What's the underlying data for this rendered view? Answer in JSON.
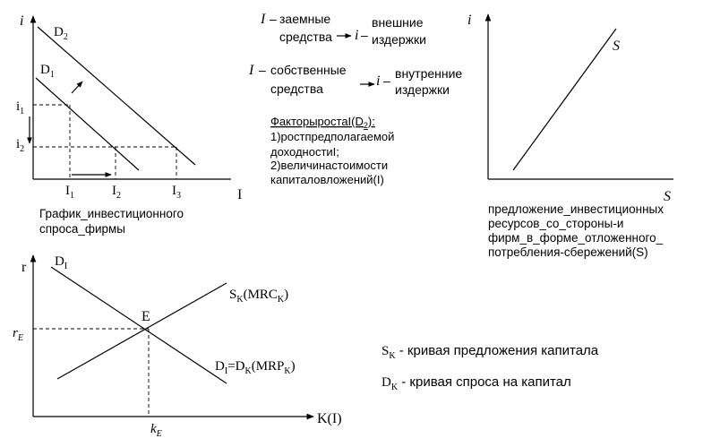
{
  "graph1": {
    "y_axis": "i",
    "x_axis": "I",
    "d2": "D",
    "d2_sub": "2",
    "d1": "D",
    "d1_sub": "1",
    "i1": "i",
    "i1_sub": "1",
    "i2": "i",
    "i2_sub": "2",
    "I1": "I",
    "I1_sub": "1",
    "I2": "I",
    "I2_sub": "2",
    "I3": "I",
    "I3_sub": "3",
    "caption_line1": "График_инвестиционного",
    "caption_line2": "спроса_фирмы"
  },
  "text_block": {
    "row1_var": "I",
    "row1_dash": "–",
    "row1_src_l1": "заемные",
    "row1_src_l2": "средства",
    "row1_res_var": "i",
    "row1_res_dash": "–",
    "row1_res_l1": "внешние",
    "row1_res_l2": "издержки",
    "row2_var": "I",
    "row2_dash": "–",
    "row2_src_l1": "собственные",
    "row2_src_l2": "средства",
    "row2_res_var": "i",
    "row2_res_dash": "–",
    "row2_res_l1": "внутренние",
    "row2_res_l2": "издержки",
    "factors_title": "ФакторыростаI(D",
    "factors_title_sub": "2",
    "factors_title_end": "):",
    "factor1_l1": "1)ростпредполагаемой",
    "factor1_l2": "доходностиI;",
    "factor2_l1": "2)величинастоимости",
    "factor2_l2": "капиталовложений(I)"
  },
  "graph2": {
    "y_axis": "i",
    "x_axis": "S",
    "curve": "S",
    "caption_line1": "предложение_инвестиционных",
    "caption_line2": "ресурсов_со_стороны-и",
    "caption_line3": "фирм_в_форме_отложенного_",
    "caption_line4": "потребления-сбережений(S)"
  },
  "graph3": {
    "y_axis": "r",
    "x_axis": "K(I)",
    "d1": "D",
    "d1_sub": "I",
    "sk_a": "S",
    "sk_sub": "K",
    "sk_b": "(MRC",
    "sk_sub2": "K",
    "sk_c": ")",
    "eq_a": "D",
    "eq_sub1": "I",
    "eq_b": "=D",
    "eq_sub2": "K",
    "eq_c": "(MRP",
    "eq_sub3": "K",
    "eq_d": ")",
    "e_point": "E",
    "re": "r",
    "re_sub": "E",
    "ke": "k",
    "ke_sub": "E"
  },
  "legend": {
    "sk_sym": "S",
    "sk_sub": "K",
    "sk_text": " - кривая предложения капитала",
    "dk_sym": "D",
    "dk_sub": "K",
    "dk_text": " - кривая спроса на капитал"
  }
}
